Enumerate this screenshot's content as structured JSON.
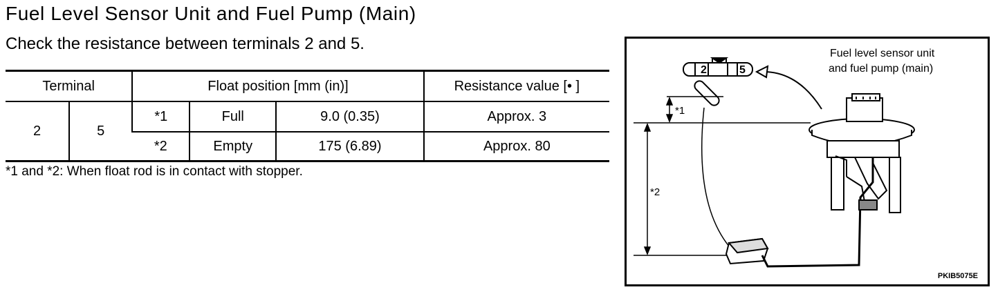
{
  "page": {
    "title": "Fuel Level Sensor Unit and Fuel Pump (Main)",
    "instruction": "Check the resistance between terminals 2 and 5."
  },
  "table": {
    "headers": {
      "terminal": "Terminal",
      "float_position": "Float position    [mm (in)]",
      "resistance_value": "Resistance value    [• ]"
    },
    "terminals": [
      "2",
      "5"
    ],
    "rows": [
      {
        "mark": "*1",
        "position": "Full",
        "measurement": "9.0 (0.35)",
        "resistance": "Approx. 3"
      },
      {
        "mark": "*2",
        "position": "Empty",
        "measurement": "175 (6.89)",
        "resistance": "Approx. 80"
      }
    ]
  },
  "note": "*1 and *2: When float rod is in contact with stopper.",
  "figure": {
    "caption_line1": "Fuel level sensor unit",
    "caption_line2": "and fuel pump  (main)",
    "terminal_a": "2",
    "terminal_b": "5",
    "dim_1": "*1",
    "dim_2": "*2",
    "code": "PKIB5075E"
  }
}
